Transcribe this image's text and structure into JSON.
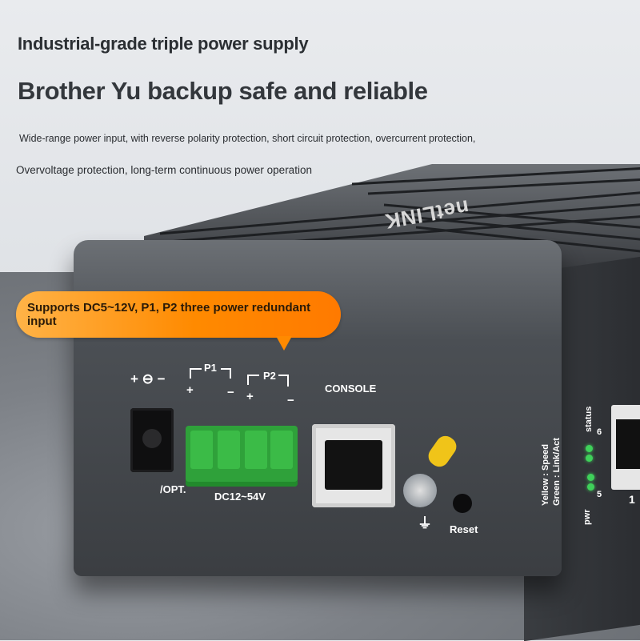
{
  "headline": {
    "line1": "Industrial-grade triple power supply",
    "line2": "Brother Yu backup safe and reliable",
    "desc1": "Wide-range power input, with reverse polarity protection, short circuit protection, overcurrent protection,",
    "desc2": "Overvoltage protection, long-term continuous power operation"
  },
  "callout": {
    "text": "Supports DC5~12V, P1, P2 three power redundant input",
    "color": "#ff8a00"
  },
  "device": {
    "brand_logo": "netLINK",
    "labels": {
      "dc_symbol": "+ ⊖ −",
      "p1": "P1",
      "p1_plus": "+",
      "p1_minus": "−",
      "p2": "P2",
      "p2_plus": "+",
      "p2_minus": "−",
      "console": "CONSOLE",
      "opt": "/OPT.",
      "dc_range": "DC12~54V",
      "ground_symbol": "⏚",
      "reset": "Reset",
      "led_legend_1": "Yellow : Speed",
      "led_legend_2": "Green : Link/Act",
      "status": "status",
      "pwr": "pwr",
      "port6": "6",
      "port5": "5",
      "port1": "1"
    },
    "led_color": "#3fd15a",
    "terminal_color": "#2fa13a"
  }
}
